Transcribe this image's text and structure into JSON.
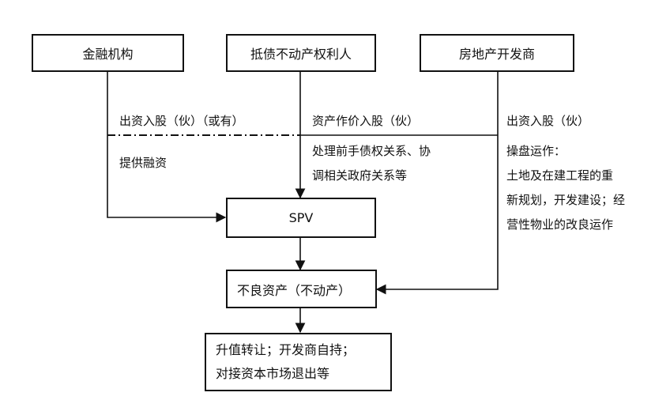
{
  "nodes": {
    "financial_institution": "金融机构",
    "debt_property_holder": "抵债不动产权利人",
    "developer": "房地产开发商",
    "spv": "SPV",
    "bad_asset": "不良资产（不动产）",
    "exit_line1": "升值转让；开发商自持；",
    "exit_line2": "对接资本市场退出等"
  },
  "labels": {
    "fund_equity_optional": "出资入股（伙）（或有）",
    "provide_financing": "提供融资",
    "asset_equity": "资产作价入股（伙）",
    "handle_line1": "处理前手债权关系、协",
    "handle_line2": "调相关政府关系等",
    "dev_fund_equity": "出资入股（伙）",
    "operation_title": "操盘运作：",
    "operation_line1": "土地及在建工程的重",
    "operation_line2": "新规划，开发建设；经",
    "operation_line3": "营性物业的改良运作"
  }
}
